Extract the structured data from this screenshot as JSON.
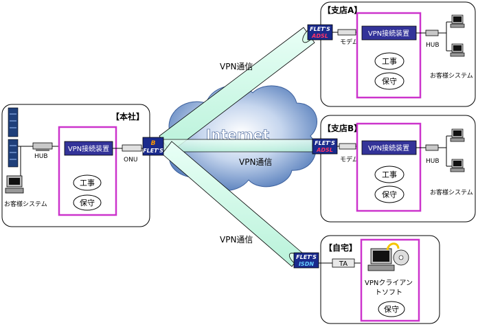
{
  "honsha": {
    "title": "【本社】",
    "hub_label": "HUB",
    "onu_label": "ONU",
    "customer_system": "お客様システム",
    "vpn_device": "VPN接続装置",
    "services": [
      "工事",
      "保守"
    ],
    "badge": {
      "top": "B",
      "bottom": "FLET'S"
    }
  },
  "branch_a": {
    "title": "【支店A】",
    "modem_label": "モデム",
    "hub_label": "HUB",
    "customer_system": "お客様システム",
    "vpn_device": "VPN接続装置",
    "services": [
      "工事",
      "保守"
    ],
    "badge": {
      "top": "FLET'S",
      "bottom": "ADSL"
    }
  },
  "branch_b": {
    "title": "【支店B】",
    "modem_label": "モデム",
    "hub_label": "HUB",
    "customer_system": "お客様システム",
    "vpn_device": "VPN接続装置",
    "services": [
      "工事",
      "保守"
    ],
    "badge": {
      "top": "FLET'S",
      "bottom": "ADSL"
    }
  },
  "home": {
    "title": "【自宅】",
    "ta_label": "TA",
    "client_software": [
      "VPNクライアン",
      "トソフト"
    ],
    "service": "保守",
    "badge": {
      "top": "FLET'S",
      "bottom": "ISDN"
    }
  },
  "internet_label": "Internet",
  "vpn_labels": [
    "VPN通信",
    "VPN通信",
    "VPN通信"
  ],
  "colors": {
    "device_box": "#333399",
    "site_frame": "#cc33cc",
    "tunnel": "#ccffee",
    "cloud": "#6a8fc8"
  }
}
